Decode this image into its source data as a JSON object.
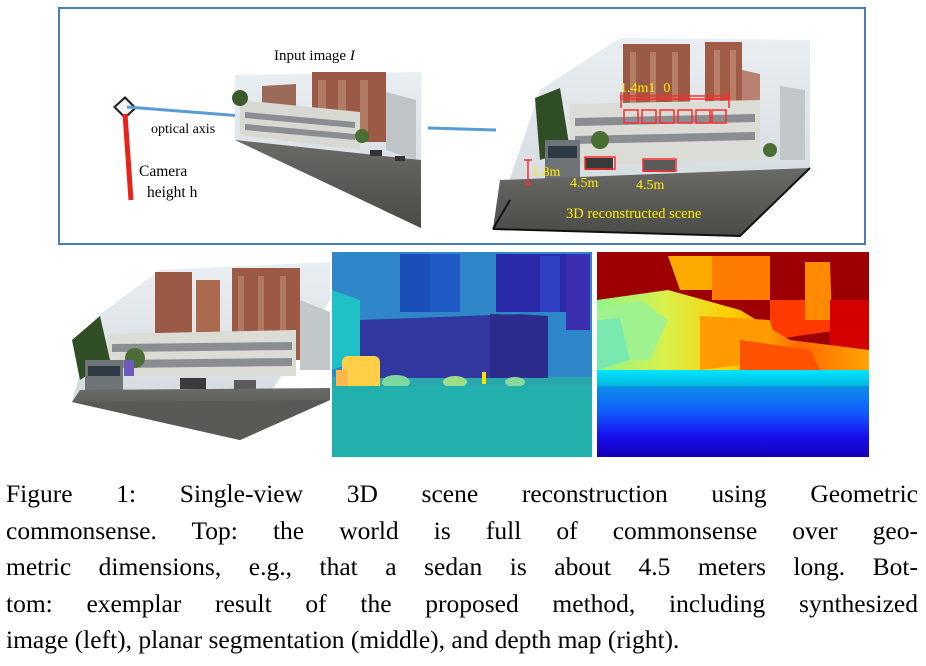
{
  "top_panel": {
    "input_image_label": "Input image",
    "input_image_symbol": "I",
    "optical_axis_label": "optical axis",
    "camera_height_label_line1": "Camera",
    "camera_height_label_line2": "height h",
    "measurements": {
      "building_height": "1.4m1",
      "building_height_extra": "0",
      "bus_height": "1.8m",
      "car1_length": "4.5m",
      "car2_length": "4.5m"
    },
    "scene_label": "3D reconstructed scene"
  },
  "bottom_panel": {
    "left_label": "synthesized image",
    "middle_label": "planar segmentation",
    "right_label": "depth map"
  },
  "caption": {
    "lines": [
      "Figure 1:  Single-view 3D scene reconstruction using Geometric",
      "commonsense.  Top: the world is full of commonsense over geo-",
      "metric dimensions, e.g., that a sedan is about 4.5 meters long. Bot-",
      "tom: exemplar result of the proposed method, including synthesized",
      "image (left), planar segmentation (middle), and depth map (right)."
    ]
  },
  "colors": {
    "frame": "#4a7fb5",
    "axis_line": "#5b9bd5",
    "camera_height": "#e8231a",
    "measure_text": "#ffee00",
    "measure_box": "#ff2a2a"
  }
}
